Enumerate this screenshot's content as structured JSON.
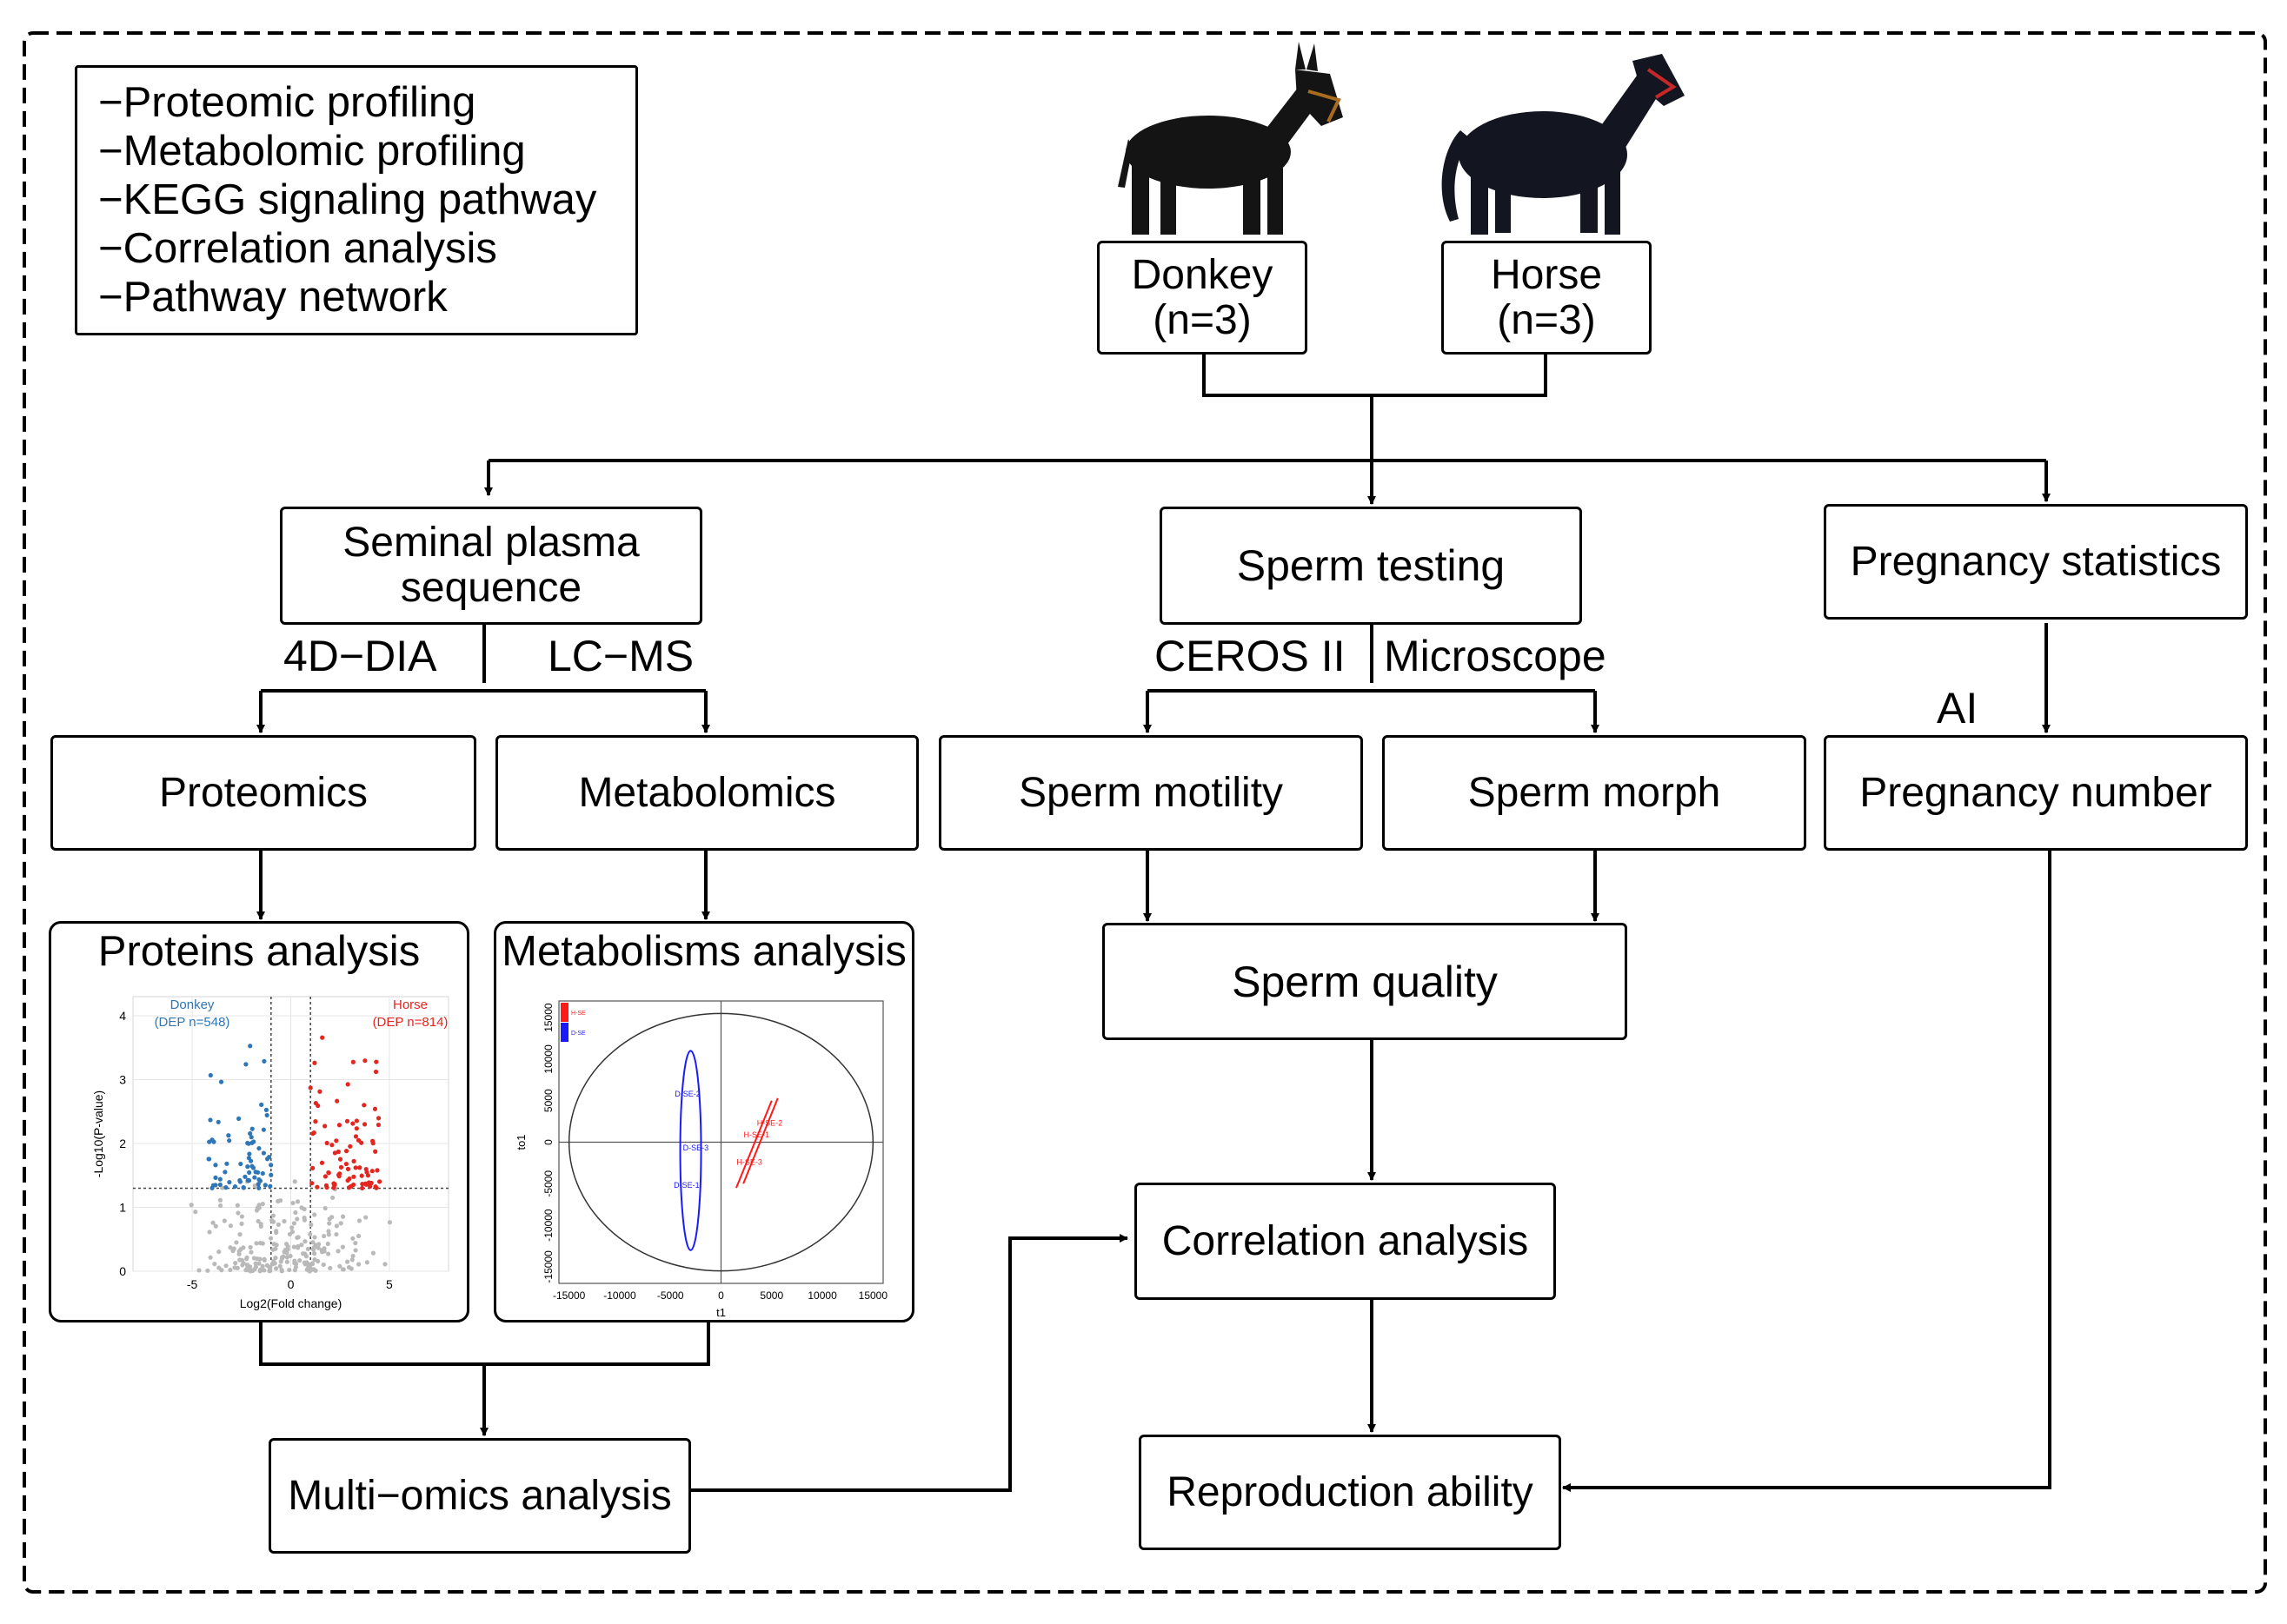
{
  "legend": {
    "items": [
      "−Proteomic profiling",
      "−Metabolomic profiling",
      "−KEGG signaling pathway",
      "−Correlation analysis",
      "−Pathway network"
    ]
  },
  "animals": {
    "donkey": {
      "label": "Donkey",
      "n": "(n=3)"
    },
    "horse": {
      "label": "Horse",
      "n": "(n=3)"
    }
  },
  "nodes": {
    "seminal_plasma": "Seminal plasma\nsequence",
    "sperm_testing": "Sperm testing",
    "pregnancy_statistics": "Pregnancy statistics",
    "proteomics": "Proteomics",
    "metabolomics": "Metabolomics",
    "sperm_motility": "Sperm motility",
    "sperm_morph": "Sperm morph",
    "pregnancy_number": "Pregnancy number",
    "sperm_quality": "Sperm quality",
    "correlation_analysis": "Correlation analysis",
    "reproduction_ability": "Reproduction ability",
    "multi_omics": "Multi−omics analysis"
  },
  "edge_labels": {
    "dia": "4D−DIA",
    "lcms": "LC−MS",
    "ceros": "CEROS II",
    "microscope": "Microscope",
    "ai": "AI"
  },
  "panels": {
    "proteins": {
      "title": "Proteins analysis",
      "group_left": "Donkey",
      "group_left_n": "(DEP n=548)",
      "group_right": "Horse",
      "group_right_n": "(DEP n=814)",
      "ylabel": "-Log10(P-value)",
      "xlabel": "Log2(Fold change)",
      "xticks": [
        "-5",
        "0",
        "5"
      ],
      "yticks": [
        "0",
        "1",
        "2",
        "3",
        "4"
      ]
    },
    "metabolisms": {
      "title": "Metabolisms analysis",
      "ylabel": "to1",
      "xlabel": "t1",
      "xticks": [
        "-15000",
        "-10000",
        "-5000",
        "0",
        "5000",
        "10000",
        "15000"
      ],
      "yticks": [
        "15000",
        "10000",
        "5000",
        "0",
        "-5000",
        "-10000",
        "-15000"
      ],
      "legend": [
        "H-SE",
        "D-SE"
      ],
      "points": [
        "D-SE-2",
        "D-SE-3",
        "D-SE-1",
        "H-SE-2",
        "H-SE-1",
        "H-SE-3"
      ]
    }
  },
  "colors": {
    "line": "#000000",
    "donkey_blue": "#2f76b6",
    "horse_red": "#e3261f",
    "nonsig_gray": "#b9b9b9",
    "pca_blue": "#1a1aff",
    "pca_red": "#ff1a1a"
  }
}
